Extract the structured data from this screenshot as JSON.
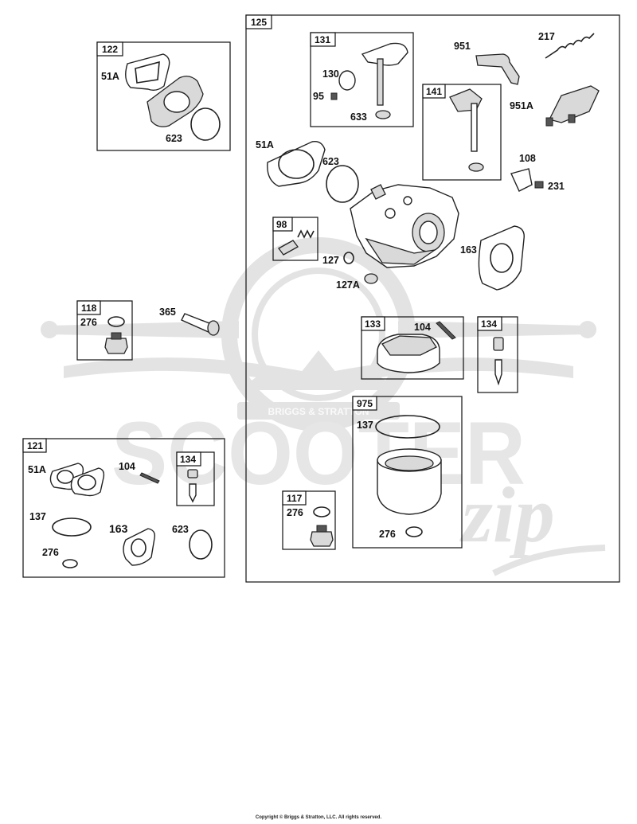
{
  "watermark": {
    "brand_main": "SCOOTER",
    "brand_script": "zip",
    "badge_text": "BRIGGS & STRATTON"
  },
  "assemblies": {
    "a122": {
      "tag": "122",
      "labels": [
        "51A",
        "623"
      ]
    },
    "a125": {
      "tag": "125"
    },
    "a131": {
      "tag": "131",
      "labels": [
        "130",
        "95",
        "633"
      ]
    },
    "a141": {
      "tag": "141"
    },
    "a98": {
      "tag": "98"
    },
    "a118": {
      "tag": "118",
      "labels": [
        "276"
      ]
    },
    "a133": {
      "tag": "133",
      "labels": [
        "104"
      ]
    },
    "a134": {
      "tag": "134"
    },
    "a975": {
      "tag": "975",
      "labels": [
        "137",
        "276"
      ]
    },
    "a117": {
      "tag": "117",
      "labels": [
        "276"
      ]
    },
    "a121": {
      "tag": "121",
      "labels": [
        "51A",
        "104",
        "137",
        "163",
        "623",
        "276"
      ]
    },
    "a134b": {
      "tag": "134"
    }
  },
  "loose_labels": {
    "l951": "951",
    "l217": "217",
    "l951a": "951A",
    "l51a": "51A",
    "l623": "623",
    "l108": "108",
    "l231": "231",
    "l163": "163",
    "l127": "127",
    "l127a": "127A",
    "l365": "365"
  },
  "footer": {
    "copyright": "Copyright © Briggs & Stratton, LLC. All rights reserved."
  }
}
